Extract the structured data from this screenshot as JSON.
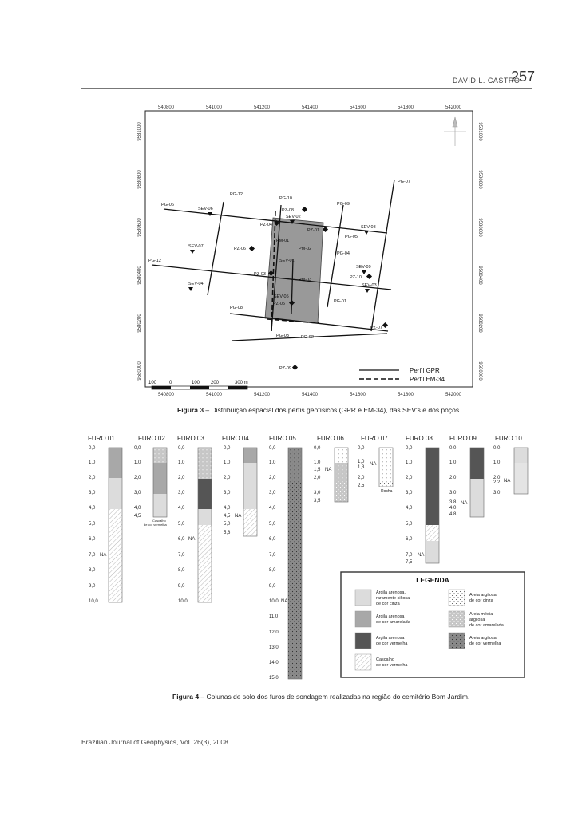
{
  "header": {
    "author": "DAVID L. CASTRO",
    "page": "257"
  },
  "fig3": {
    "caption_label": "Figura 3",
    "caption_text": " – Distribuição espacial dos perfis geofísicos (GPR e EM-34), das SEV's e dos poços.",
    "x_ticks": [
      "540800",
      "541000",
      "541200",
      "541400",
      "541600",
      "541800",
      "542000"
    ],
    "y_ticks": [
      "9581000",
      "9580800",
      "9580600",
      "9580400",
      "9580200",
      "9580000"
    ],
    "scale": [
      "100",
      "0",
      "100",
      "200",
      "300 m"
    ],
    "legend": [
      "Perfil GPR",
      "Perfil EM-34"
    ],
    "labels": {
      "pg06": "PG-06",
      "pg12a": "PG-12",
      "pg12b": "PG-12",
      "pg10": "PG-10",
      "pg09": "PG-09",
      "pg07": "PG-07",
      "pg05": "PG-05",
      "pg04": "PG-04",
      "pg01": "PG-01",
      "pg08": "PG-08",
      "pg03": "PG-03",
      "pg02": "PG-02",
      "sev06": "SEV-06",
      "sev02": "SEV-02",
      "sev08": "SEV-08",
      "sev07": "SEV-07",
      "sev01": "SEV-01",
      "sev09": "SEV-09",
      "sev03": "SEV-03",
      "sev04": "SEV-04",
      "sev05": "SEV-05",
      "pz08": "PZ-08",
      "pz04": "PZ-04",
      "pz01": "PZ-01",
      "pz06": "PZ-06",
      "pz03": "PZ-03",
      "pz10": "PZ-10",
      "pz05": "PZ-05",
      "pz07": "PZ-07",
      "pz09": "PZ-09",
      "pm01": "PM-01",
      "pm02": "PM-02",
      "pm03": "PM-03"
    }
  },
  "fig4": {
    "caption_label": "Figura 4",
    "caption_text": " – Colunas de solo dos furos de sondagem realizadas na região do cemitério Bom Jardim.",
    "furos": [
      {
        "name": "FURO 01",
        "ticks": [
          "0,0",
          "1,0",
          "2,0",
          "3,0",
          "4,0",
          "5,0",
          "6,0",
          "7,0",
          "8,0",
          "9,0",
          "10,0"
        ],
        "na": "NA"
      },
      {
        "name": "FURO 02",
        "ticks": [
          "0,0",
          "1,0",
          "2,0",
          "3,0",
          "4,0",
          "4,5"
        ],
        "note1": "Cascalho",
        "note2": "de cor vermelha"
      },
      {
        "name": "FURO 03",
        "ticks": [
          "0,0",
          "1,0",
          "2,0",
          "3,0",
          "4,0",
          "5,0",
          "6,0",
          "7,0",
          "8,0",
          "9,0",
          "10,0"
        ],
        "na": "NA"
      },
      {
        "name": "FURO 04",
        "ticks": [
          "0,0",
          "1,0",
          "2,0",
          "3,0",
          "4,0",
          "4,5",
          "5,0",
          "5,8"
        ],
        "na": "NA"
      },
      {
        "name": "FURO 05",
        "ticks": [
          "0,0",
          "1,0",
          "2,0",
          "3,0",
          "4,0",
          "5,0",
          "6,0",
          "7,0",
          "8,0",
          "9,0",
          "10,0",
          "11,0",
          "12,0",
          "13,0",
          "14,0",
          "15,0"
        ],
        "na": "NA"
      },
      {
        "name": "FURO 06",
        "ticks": [
          "0,0",
          "1,0",
          "1,5",
          "2,0",
          "3,0",
          "3,5"
        ],
        "na": "NA"
      },
      {
        "name": "FURO 07",
        "ticks": [
          "0,0",
          "1,0",
          "1,3",
          "2,0",
          "2,5"
        ],
        "na": "NA",
        "note1": "Rocha"
      },
      {
        "name": "FURO 08",
        "ticks": [
          "0,0",
          "1,0",
          "2,0",
          "3,0",
          "4,0",
          "5,0",
          "6,0",
          "7,0",
          "7,5"
        ],
        "na": "NA"
      },
      {
        "name": "FURO 09",
        "ticks": [
          "0,0",
          "1,0",
          "2,0",
          "3,0",
          "3,8",
          "4,0",
          "4,8"
        ],
        "na": "NA"
      },
      {
        "name": "FURO 10",
        "ticks": [
          "0,0",
          "1,0",
          "2,0",
          "2,2",
          "3,0"
        ],
        "na": "NA"
      }
    ],
    "legend_title": "LEGENDA",
    "legend": [
      {
        "l1": "Argila arenosa,",
        "l2": "raramente siltosa",
        "l3": "de cor cinza"
      },
      {
        "l1": "Argila arenosa",
        "l2": "de cor amarelada",
        "l3": ""
      },
      {
        "l1": "Argila arenosa",
        "l2": "de cor vermelha",
        "l3": ""
      },
      {
        "l1": "Cascalho",
        "l2": "de cor vermelha",
        "l3": ""
      },
      {
        "l1": "Areia argilosa",
        "l2": "de cor cinza",
        "l3": ""
      },
      {
        "l1": "Areia média",
        "l2": "argilosa",
        "l3": "de cor amarelada"
      },
      {
        "l1": "Areia argilosa",
        "l2": "de cor vermelha",
        "l3": ""
      }
    ]
  },
  "footer": "Brazilian Journal of Geophysics, Vol. 26(3), 2008"
}
